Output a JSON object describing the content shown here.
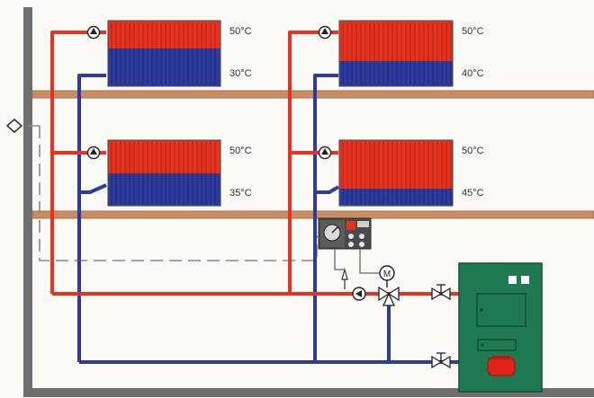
{
  "colors": {
    "supply": "#e8321e",
    "return": "#2d3b9e",
    "floor": "#c98d63",
    "boiler": "#1f7a52",
    "wall": "#6f6f6f"
  },
  "radiators": [
    {
      "id": "top-left",
      "supply_temp": "50°C",
      "return_temp": "30°C",
      "red_fraction": 0.42
    },
    {
      "id": "top-right",
      "supply_temp": "50°C",
      "return_temp": "40°C",
      "red_fraction": 0.62
    },
    {
      "id": "mid-left",
      "supply_temp": "50°C",
      "return_temp": "35°C",
      "red_fraction": 0.5
    },
    {
      "id": "mid-right",
      "supply_temp": "50°C",
      "return_temp": "45°C",
      "red_fraction": 0.74
    }
  ],
  "mixing_motor_label": "M",
  "icons": [
    "outdoor-sensor-icon",
    "circulation-pump-icon",
    "controller-icon",
    "motor-icon",
    "mixing-valve-icon",
    "shutoff-valve-icon",
    "thermostat-sensor-icon",
    "burner-icon"
  ]
}
